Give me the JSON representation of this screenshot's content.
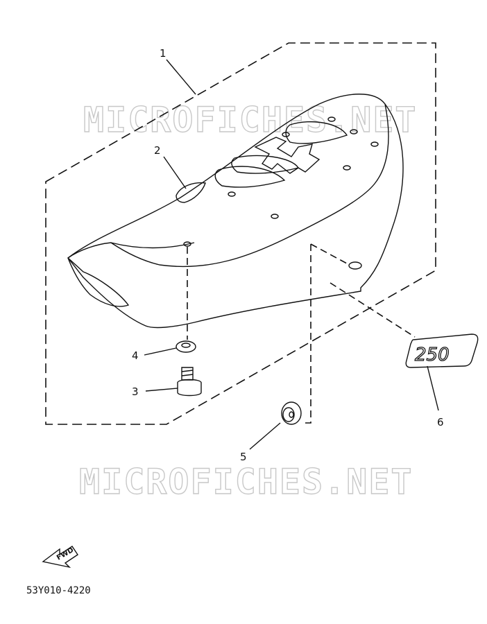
{
  "watermark": {
    "top": "MICROFICHES.NET",
    "bottom": "MICROFICHES.NET"
  },
  "callouts": [
    {
      "id": "1",
      "label": "1"
    },
    {
      "id": "2",
      "label": "2"
    },
    {
      "id": "3",
      "label": "3"
    },
    {
      "id": "4",
      "label": "4"
    },
    {
      "id": "5",
      "label": "5"
    },
    {
      "id": "6",
      "label": "6"
    }
  ],
  "emblem": {
    "text": "250"
  },
  "fwd_arrow": {
    "text": "FWD"
  },
  "part_number": "53Y010-4220"
}
